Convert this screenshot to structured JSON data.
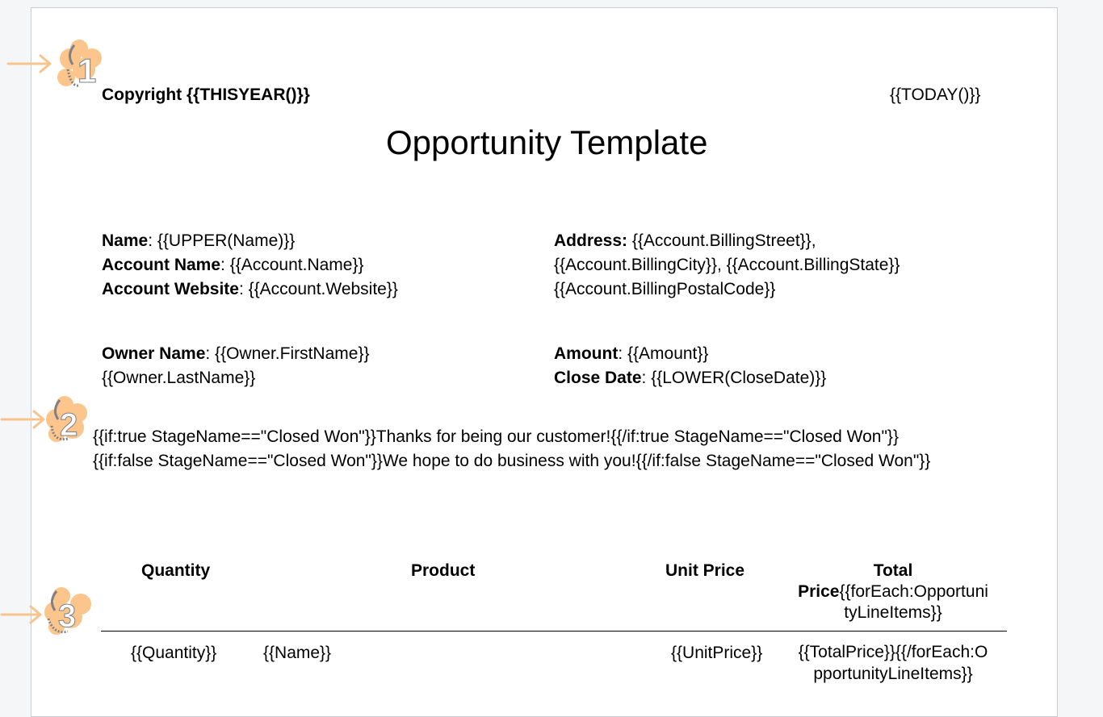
{
  "header": {
    "copyright": "Copyright {{THISYEAR()}}",
    "today": "{{TODAY()}}"
  },
  "title": "Opportunity Template",
  "fields": {
    "name_label": "Name",
    "name_value": ": {{UPPER(Name)}}",
    "account_name_label": "Account Name",
    "account_name_value": ": {{Account.Name}}",
    "account_website_label": "Account Website",
    "account_website_value": ": {{Account.Website}}",
    "address_label": "Address:",
    "address_line1": " {{Account.BillingStreet}},",
    "address_line2": "{{Account.BillingCity}}, {{Account.BillingState}}",
    "address_line3": "{{Account.BillingPostalCode}}",
    "owner_name_label": "Owner Name",
    "owner_name_value": ": {{Owner.FirstName}}",
    "owner_name_line2": "{{Owner.LastName}}",
    "amount_label": "Amount",
    "amount_value": ": {{Amount}}",
    "close_date_label": "Close Date",
    "close_date_value": ": {{LOWER(CloseDate)}}"
  },
  "conditional": {
    "line1": "{{if:true StageName==\"Closed Won\"}}Thanks for being our customer!{{/if:true StageName==\"Closed Won\"}}",
    "line2": "{{if:false StageName==\"Closed Won\"}}We hope to do business with you!{{/if:false StageName==\"Closed Won\"}}"
  },
  "table": {
    "headers": {
      "quantity": "Quantity",
      "product": "Product",
      "unit_price": "Unit Price",
      "total_line1": "Total",
      "total_line2_bold": "Price",
      "total_line2_rest": "{{forEach:Opportuni",
      "total_line3": "tyLineItems}}"
    },
    "row": {
      "quantity": "{{Quantity}}",
      "name": "{{Name}}",
      "unit_price": "{{UnitPrice}}",
      "total_line1": "{{TotalPrice}}{{/forEach:O",
      "total_line2": "pportunityLineItems}}"
    }
  },
  "markers": [
    "1",
    "2",
    "3"
  ],
  "colors": {
    "marker_orange": "#fbc58c",
    "marker_grey": "#7f8186",
    "arrow": "#f8c48e"
  }
}
